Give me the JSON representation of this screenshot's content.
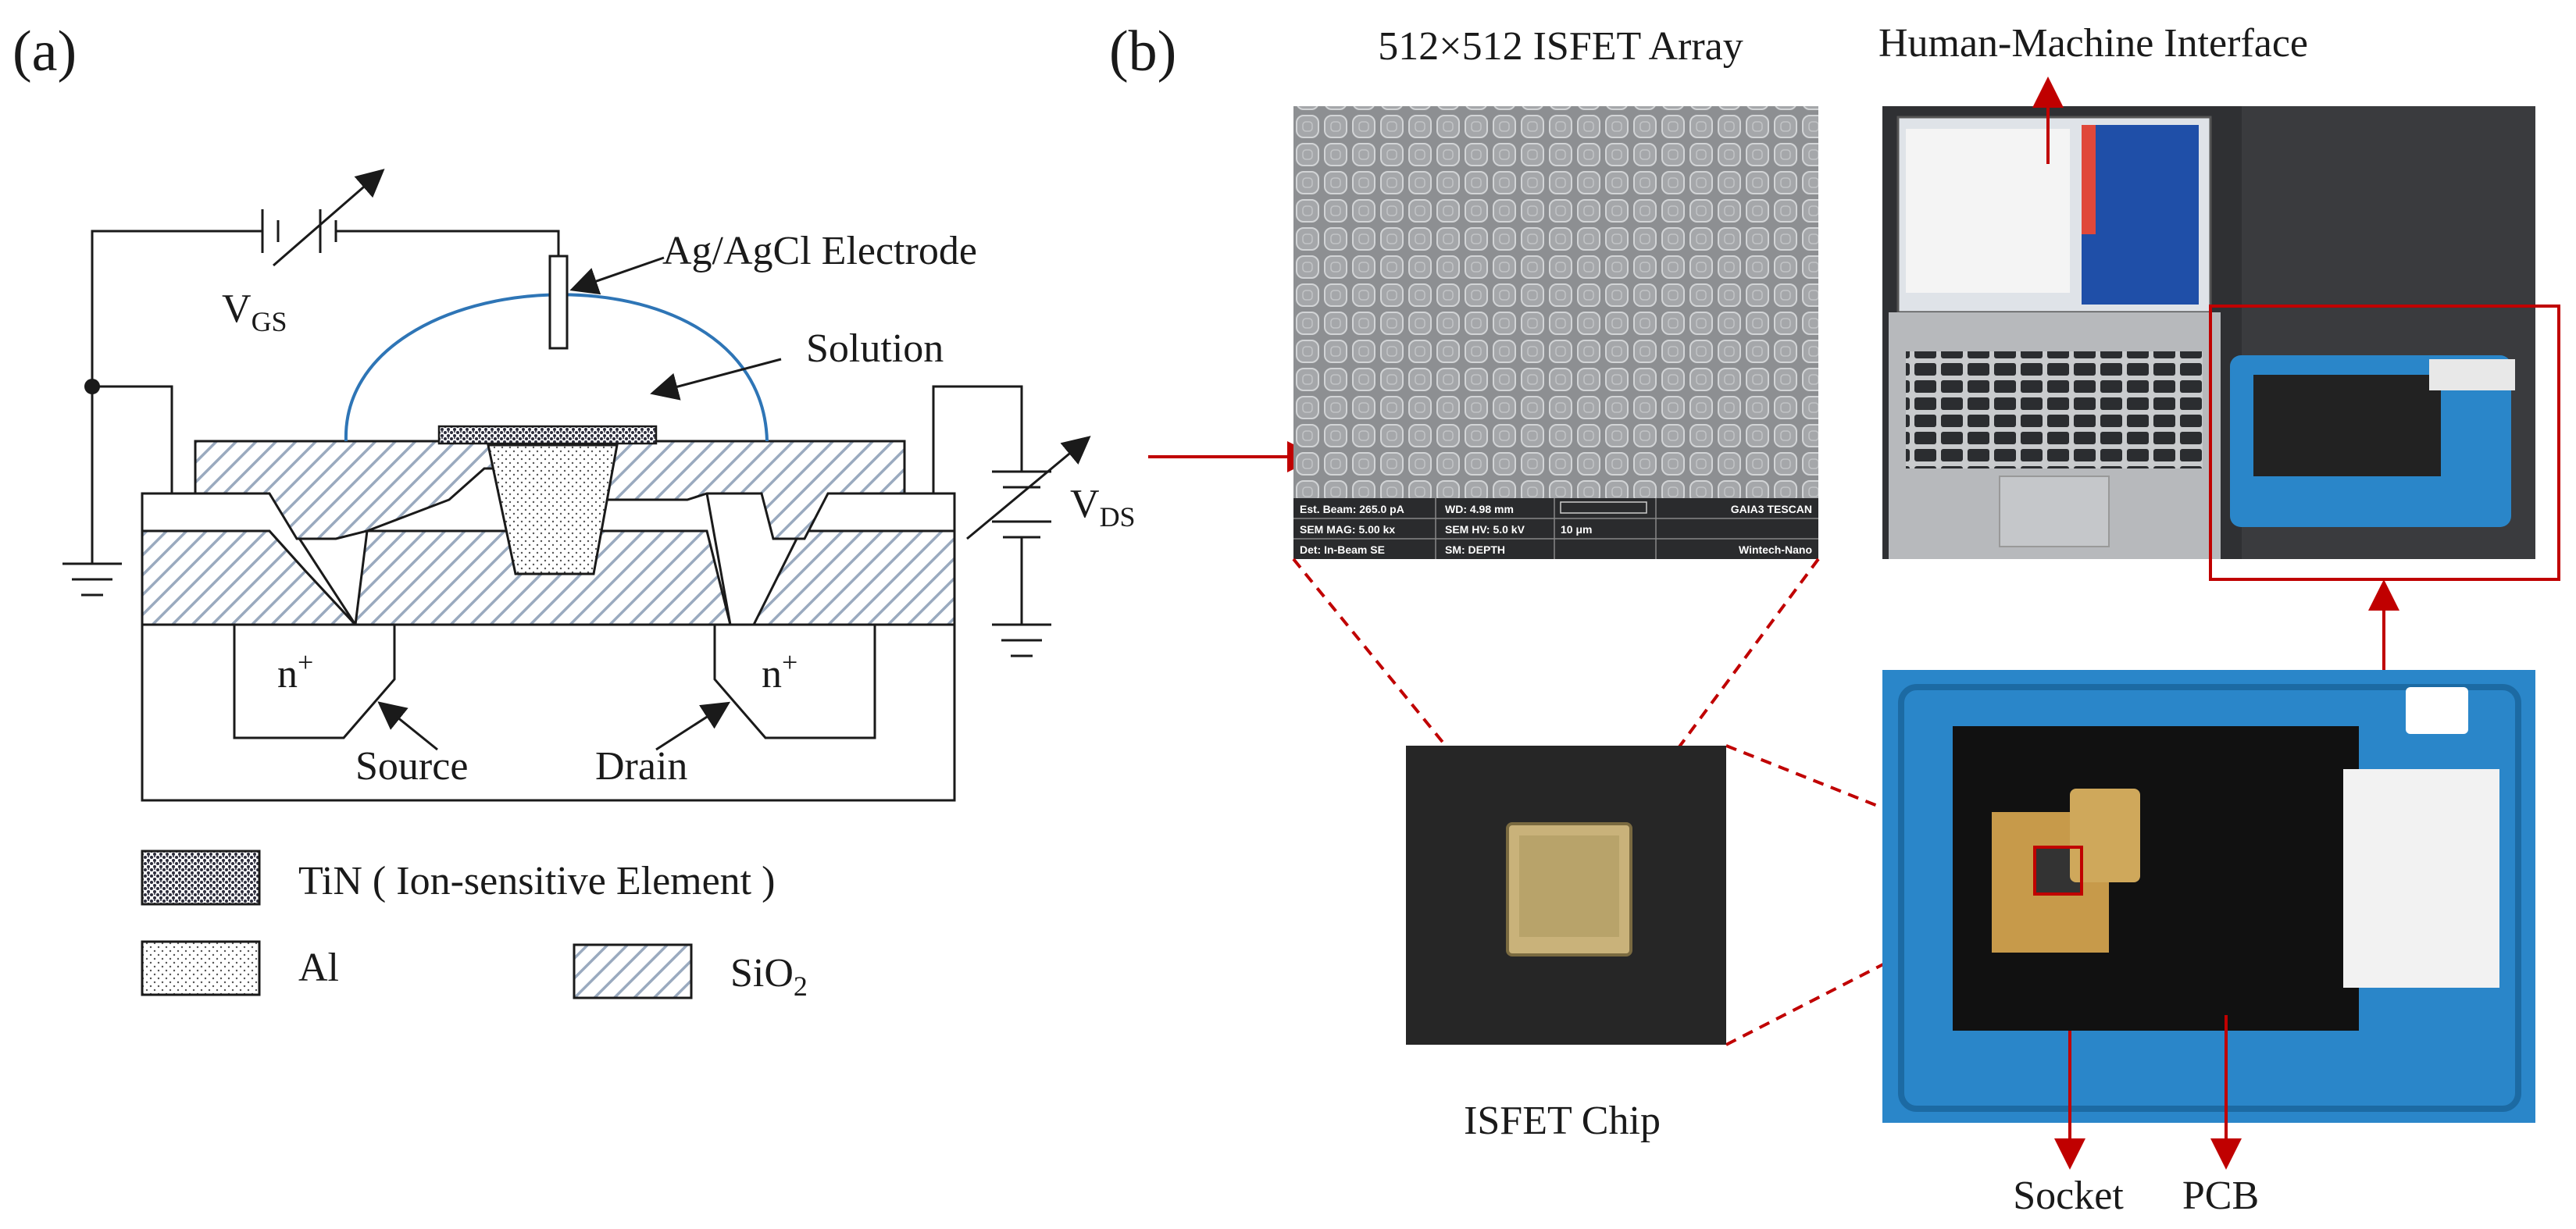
{
  "panel_a": {
    "label": "(a)",
    "vgs": {
      "main": "V",
      "sub": "GS"
    },
    "vds": {
      "main": "V",
      "sub": "DS"
    },
    "electrode_label": "Ag/AgCl Electrode",
    "solution_label": "Solution",
    "source_region": "n",
    "source_sup": "+",
    "drain_region": "n",
    "drain_sup": "+",
    "source_label": "Source",
    "drain_label": "Drain",
    "legend": {
      "tin": "TiN ( Ion-sensitive Element )",
      "al": "Al",
      "sio2_main": "SiO",
      "sio2_sub": "2"
    }
  },
  "panel_b": {
    "label": "(b)",
    "array_title": "512×512  ISFET Array",
    "hmi_title": "Human-Machine Interface",
    "chip_label": "ISFET Chip",
    "socket_label": "Socket",
    "pcb_label": "PCB",
    "sem_info": {
      "r1c1": "Est. Beam: 265.0 pA",
      "r1c2": "WD: 4.98 mm",
      "r1c4": "GAIA3 TESCAN",
      "r2c1": "SEM MAG: 5.00 kx",
      "r2c2": "SEM HV: 5.0 kV",
      "r2c3": "10 μm",
      "r3c1": "Det: In-Beam SE",
      "r3c2": "SM: DEPTH",
      "r3c4": "Wintech-Nano"
    }
  },
  "colors": {
    "arrow_red": "#c00000",
    "solution_blue": "#2e75b6",
    "sio2_hatch": "#9aaabf",
    "box_blue": "#2a86c9",
    "pcb_black": "#111111",
    "chip_gold": "#c9b27a"
  }
}
